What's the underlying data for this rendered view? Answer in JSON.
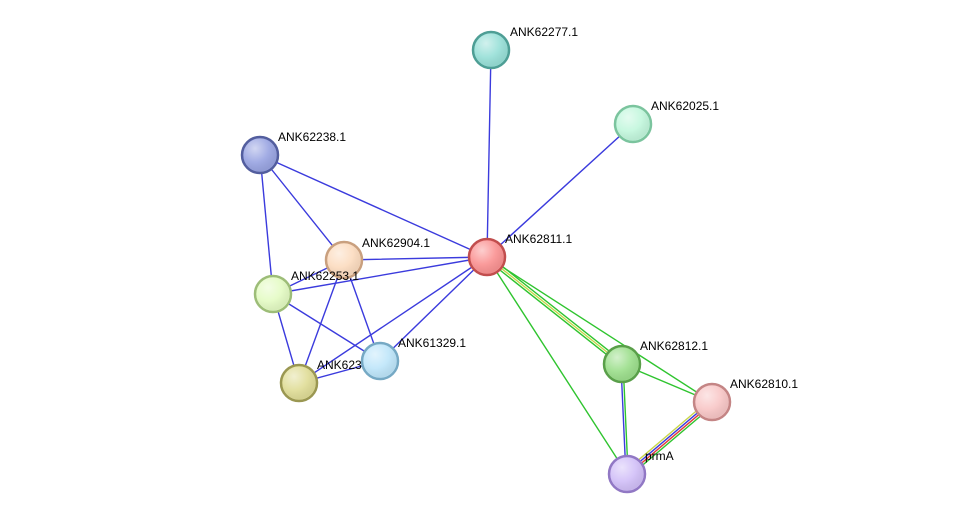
{
  "nodes": [
    {
      "id": "ANK62277.1",
      "label": "ANK62277.1",
      "fill": "#99e0d8",
      "stroke": "#4e9e95"
    },
    {
      "id": "ANK62025.1",
      "label": "ANK62025.1",
      "fill": "#c3f7dd",
      "stroke": "#7bc49e"
    },
    {
      "id": "ANK62238.1",
      "label": "ANK62238.1",
      "fill": "#9aa5e2",
      "stroke": "#535e9e"
    },
    {
      "id": "ANK62904.1",
      "label": "ANK62904.1",
      "fill": "#fcdcc0",
      "stroke": "#c9a07f"
    },
    {
      "id": "ANK62811.1",
      "label": "ANK62811.1",
      "fill": "#fa9393",
      "stroke": "#c14e4e"
    },
    {
      "id": "ANK62253.1",
      "label": "ANK62253.1",
      "fill": "#e4fbc4",
      "stroke": "#9dbd78"
    },
    {
      "id": "ANK61329.1",
      "label": "ANK61329.1",
      "fill": "#bfe6fa",
      "stroke": "#76a9c4"
    },
    {
      "id": "ANK623",
      "label": "ANK623",
      "fill": "#e0dd98",
      "stroke": "#9a9752"
    },
    {
      "id": "ANK62812.1",
      "label": "ANK62812.1",
      "fill": "#9ddf8d",
      "stroke": "#5a9f4a"
    },
    {
      "id": "ANK62810.1",
      "label": "ANK62810.1",
      "fill": "#f8c7c7",
      "stroke": "#c48585"
    },
    {
      "id": "prmA",
      "label": "prmA",
      "fill": "#d2c0f8",
      "stroke": "#9178c4"
    }
  ],
  "edges": [
    {
      "source": "ANK62811.1",
      "target": "ANK62277.1",
      "colors": [
        "#3b3bdd"
      ]
    },
    {
      "source": "ANK62811.1",
      "target": "ANK62025.1",
      "colors": [
        "#3b3bdd"
      ]
    },
    {
      "source": "ANK62811.1",
      "target": "ANK62238.1",
      "colors": [
        "#3b3bdd"
      ]
    },
    {
      "source": "ANK62811.1",
      "target": "ANK62904.1",
      "colors": [
        "#3b3bdd"
      ]
    },
    {
      "source": "ANK62811.1",
      "target": "ANK62253.1",
      "colors": [
        "#3b3bdd"
      ]
    },
    {
      "source": "ANK62811.1",
      "target": "ANK61329.1",
      "colors": [
        "#3b3bdd"
      ]
    },
    {
      "source": "ANK62811.1",
      "target": "ANK623",
      "colors": [
        "#3b3bdd"
      ]
    },
    {
      "source": "ANK62238.1",
      "target": "ANK62904.1",
      "colors": [
        "#3b3bdd"
      ]
    },
    {
      "source": "ANK62238.1",
      "target": "ANK62253.1",
      "colors": [
        "#3b3bdd"
      ]
    },
    {
      "source": "ANK62904.1",
      "target": "ANK62253.1",
      "colors": [
        "#3b3bdd"
      ]
    },
    {
      "source": "ANK62904.1",
      "target": "ANK61329.1",
      "colors": [
        "#3b3bdd"
      ]
    },
    {
      "source": "ANK62904.1",
      "target": "ANK623",
      "colors": [
        "#3b3bdd"
      ]
    },
    {
      "source": "ANK62253.1",
      "target": "ANK61329.1",
      "colors": [
        "#3b3bdd"
      ]
    },
    {
      "source": "ANK62253.1",
      "target": "ANK623",
      "colors": [
        "#3b3bdd"
      ]
    },
    {
      "source": "ANK61329.1",
      "target": "ANK623",
      "colors": [
        "#3b3bdd"
      ]
    },
    {
      "source": "ANK62811.1",
      "target": "ANK62812.1",
      "colors": [
        "#2fc42f",
        "#c8d64a",
        "#2fc42f"
      ]
    },
    {
      "source": "ANK62811.1",
      "target": "ANK62810.1",
      "colors": [
        "#2fc42f"
      ]
    },
    {
      "source": "ANK62811.1",
      "target": "prmA",
      "colors": [
        "#2fc42f"
      ]
    },
    {
      "source": "ANK62812.1",
      "target": "ANK62810.1",
      "colors": [
        "#2fc42f"
      ]
    },
    {
      "source": "ANK62812.1",
      "target": "prmA",
      "colors": [
        "#2fc42f",
        "#3b3bdd"
      ]
    },
    {
      "source": "ANK62810.1",
      "target": "prmA",
      "colors": [
        "#2fc42f",
        "#e03a3a",
        "#3b3bdd",
        "#c8d64a"
      ]
    }
  ]
}
